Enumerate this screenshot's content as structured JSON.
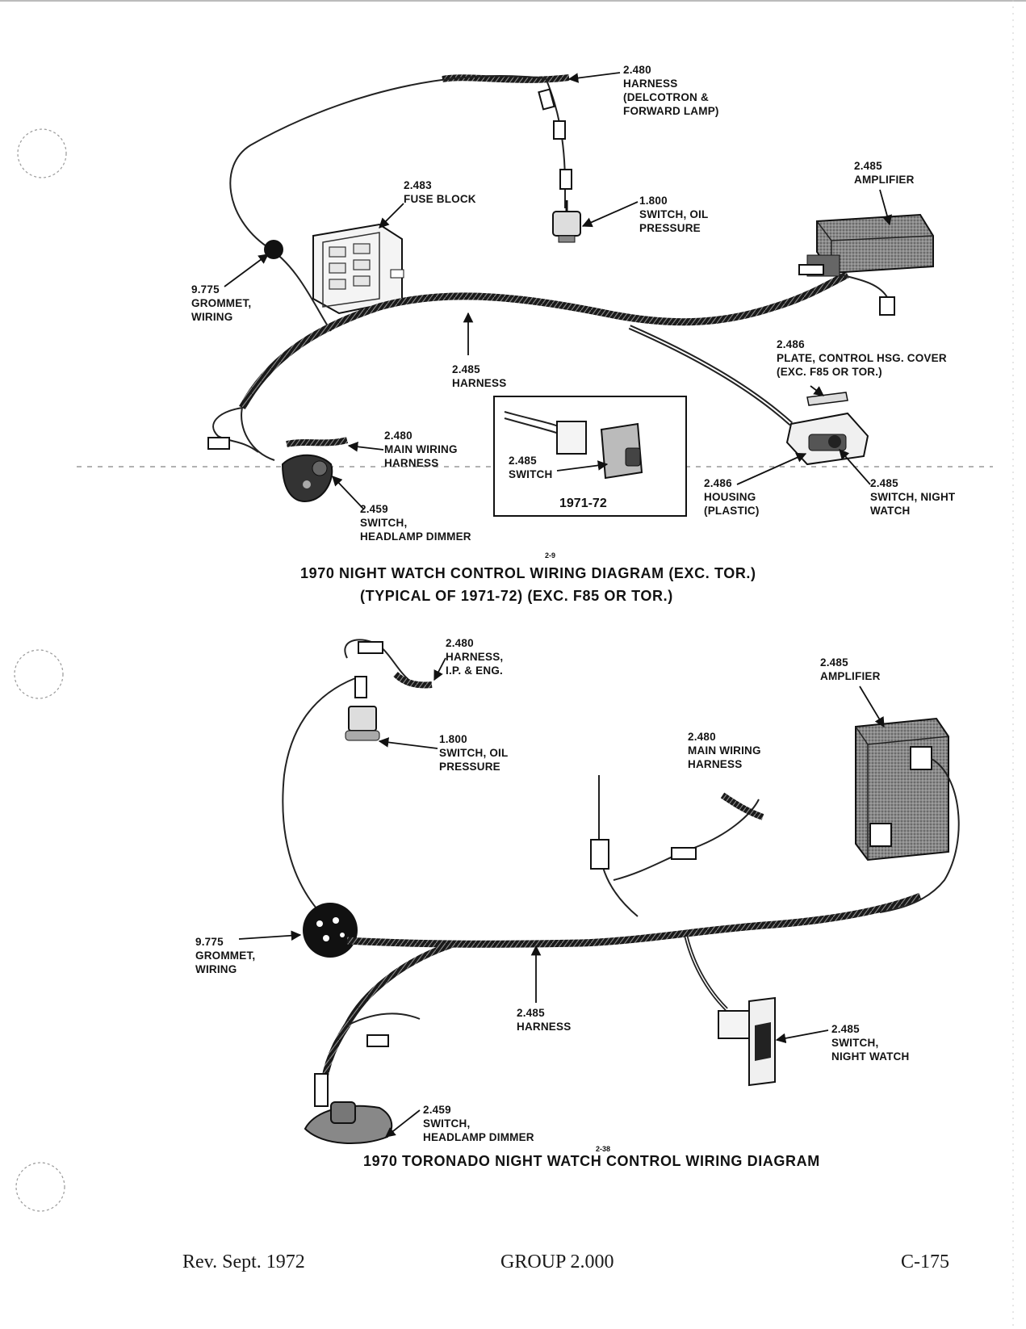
{
  "diagram1": {
    "labels": {
      "harness_delcotron": "2.480\nHARNESS\n(DELCOTRON &\nFORWARD LAMP)",
      "fuse_block": "2.483\nFUSE BLOCK",
      "oil_switch": "1.800\nSWITCH, OIL\nPRESSURE",
      "amplifier": "2.485\nAMPLIFIER",
      "grommet": "9.775\nGROMMET,\nWIRING",
      "harness": "2.485\nHARNESS",
      "plate": "2.486\nPLATE, CONTROL HSG. COVER\n(EXC. F85 OR TOR.)",
      "main_wiring": "2.480\nMAIN WIRING\nHARNESS",
      "inset_switch": "2.485\nSWITCH",
      "housing": "2.486\nHOUSING\n(PLASTIC)",
      "night_watch_switch": "2.485\nSWITCH, NIGHT\nWATCH",
      "dimmer": "2.459\nSWITCH,\nHEADLAMP DIMMER"
    },
    "inset_title": "1971-72",
    "figure_number": "2-9",
    "caption_line1": "1970 NIGHT WATCH CONTROL WIRING DIAGRAM (EXC. TOR.)",
    "caption_line2": "(TYPICAL OF 1971-72) (EXC. F85 OR TOR.)"
  },
  "diagram2": {
    "labels": {
      "harness_ip": "2.480\nHARNESS,\nI.P. & ENG.",
      "amplifier": "2.485\nAMPLIFIER",
      "oil_switch": "1.800\nSWITCH, OIL\nPRESSURE",
      "main_wiring": "2.480\nMAIN WIRING\nHARNESS",
      "grommet": "9.775\nGROMMET,\nWIRING",
      "harness": "2.485\nHARNESS",
      "night_watch_switch": "2.485\nSWITCH,\nNIGHT WATCH",
      "dimmer": "2.459\nSWITCH,\nHEADLAMP DIMMER"
    },
    "figure_number": "2-38",
    "caption": "1970 TORONADO NIGHT WATCH CONTROL WIRING DIAGRAM"
  },
  "footer": {
    "revision": "Rev. Sept. 1972",
    "group": "GROUP 2.000",
    "page": "C-175"
  }
}
